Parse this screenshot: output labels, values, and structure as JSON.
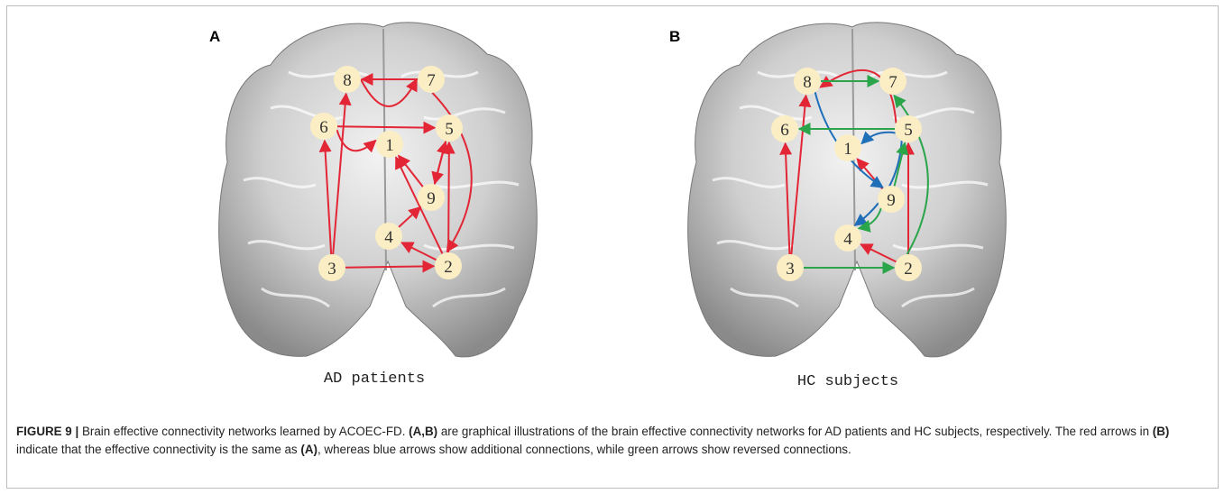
{
  "colors": {
    "same_connection": "#e32636",
    "additional_connection": "#1f6fb8",
    "reversed_connection": "#2aa54a",
    "node_fill": "#fbeec5"
  },
  "panels": [
    {
      "label": "A",
      "caption": "AD patients",
      "nodes": [
        "1",
        "2",
        "3",
        "4",
        "5",
        "6",
        "7",
        "8",
        "9"
      ],
      "edges": {
        "red": [
          [
            "3",
            "2"
          ],
          [
            "3",
            "6"
          ],
          [
            "3",
            "8"
          ],
          [
            "2",
            "5"
          ],
          [
            "2",
            "1"
          ],
          [
            "2",
            "4"
          ],
          [
            "4",
            "9"
          ],
          [
            "9",
            "1"
          ],
          [
            "9",
            "5"
          ],
          [
            "5",
            "9"
          ],
          [
            "6",
            "5"
          ],
          [
            "6",
            "1"
          ],
          [
            "7",
            "2"
          ],
          [
            "7",
            "8"
          ],
          [
            "8",
            "7"
          ]
        ]
      }
    },
    {
      "label": "B",
      "caption": "HC subjects",
      "nodes": [
        "1",
        "2",
        "3",
        "4",
        "5",
        "6",
        "7",
        "8",
        "9"
      ],
      "edges": {
        "red": [
          [
            "3",
            "6"
          ],
          [
            "3",
            "8"
          ],
          [
            "2",
            "5"
          ],
          [
            "2",
            "4"
          ],
          [
            "9",
            "1"
          ],
          [
            "5",
            "8"
          ]
        ],
        "blue": [
          [
            "8",
            "9"
          ],
          [
            "5",
            "1"
          ],
          [
            "5",
            "4"
          ]
        ],
        "green": [
          [
            "8",
            "7"
          ],
          [
            "5",
            "6"
          ],
          [
            "3",
            "2"
          ],
          [
            "9",
            "4"
          ],
          [
            "9",
            "5"
          ],
          [
            "2",
            "7"
          ]
        ]
      }
    }
  ],
  "caption": {
    "figure_label": "FIGURE 9 |",
    "parts": [
      {
        "text": " Brain effective connectivity networks learned by ACOEC-FD. ",
        "bold": false
      },
      {
        "text": "(A,B)",
        "bold": true
      },
      {
        "text": " are graphical illustrations of the brain effective connectivity networks for AD patients and HC subjects, respectively. The red arrows in ",
        "bold": false
      },
      {
        "text": "(B)",
        "bold": true
      },
      {
        "text": " indicate that the effective connectivity is the same as ",
        "bold": false
      },
      {
        "text": "(A)",
        "bold": true
      },
      {
        "text": ", whereas blue arrows show additional connections, while green arrows show reversed connections.",
        "bold": false
      }
    ]
  }
}
